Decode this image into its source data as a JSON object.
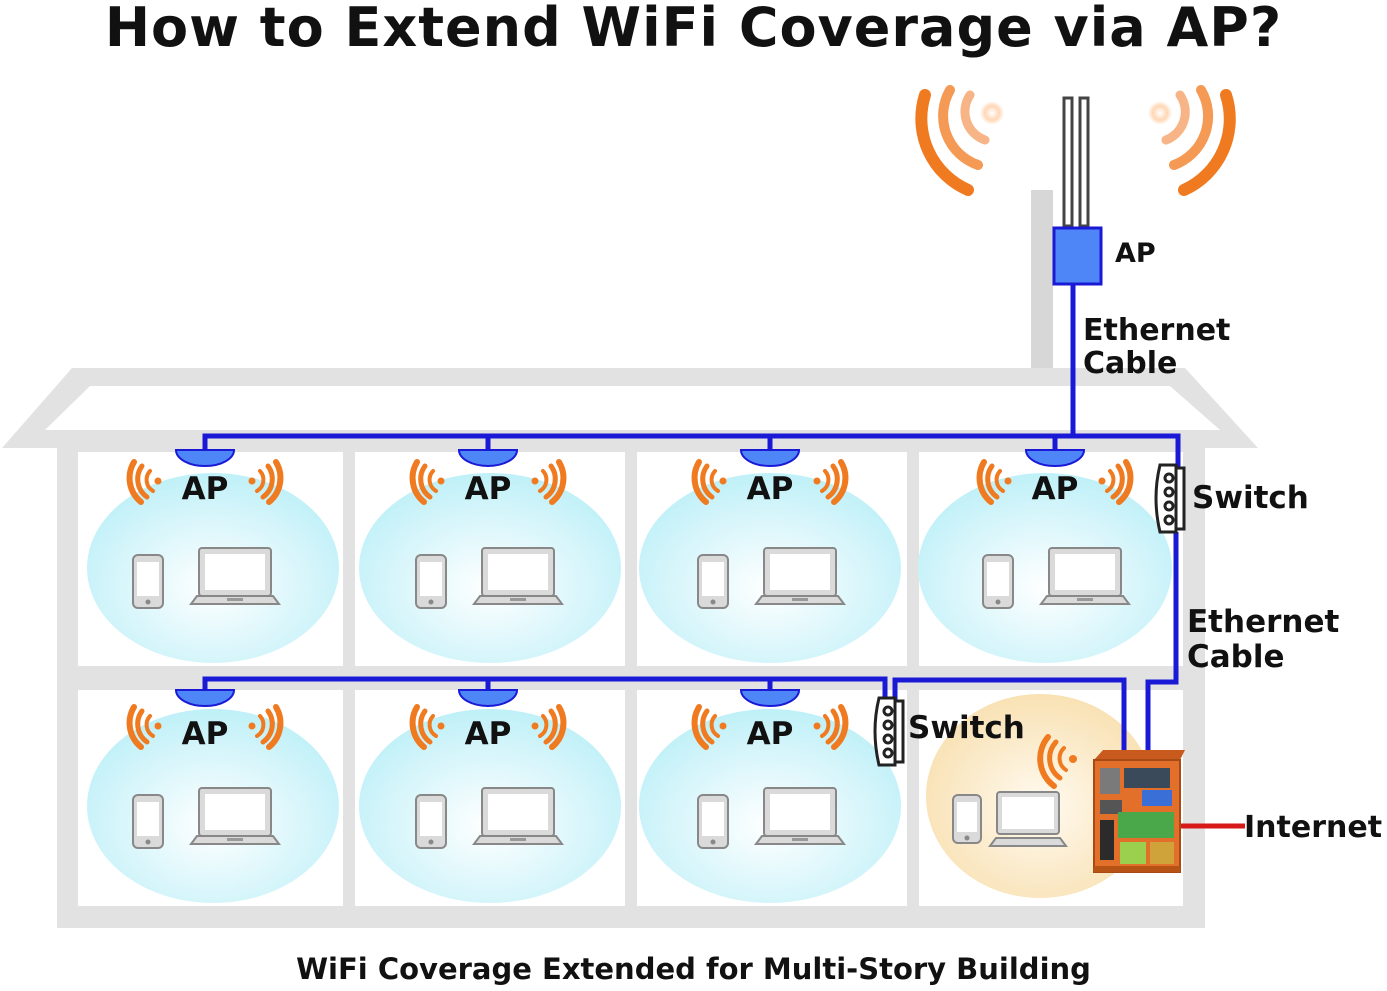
{
  "title": "How to Extend WiFi Coverage via AP?",
  "caption": "WiFi Coverage Extended for Multi-Story Building",
  "labels": {
    "ap": "AP",
    "ethernet_line1": "Ethernet",
    "ethernet_line2": "Cable",
    "switch": "Switch",
    "internet": "Internet"
  },
  "colors": {
    "cable": "#1a1ad6",
    "ap_blue": "#4f86f7",
    "wifi_orange": "#f07a20",
    "internet_line": "#d61a1a",
    "building_gray": "#e6e6e6",
    "coverage_cyan": "#c6f1f8",
    "coverage_warm": "#fbe6bd",
    "terminal_orange": "#e3702a"
  },
  "icons": [
    "wifi-waves-icon",
    "access-point-icon",
    "switch-icon",
    "phone-icon",
    "laptop-icon",
    "vending-terminal-icon"
  ]
}
